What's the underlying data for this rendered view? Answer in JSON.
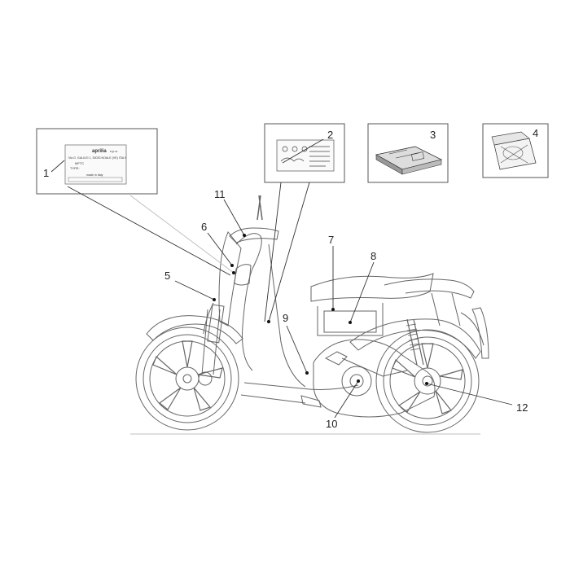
{
  "plate": {
    "brand": "aprilia",
    "brand_suffix": "s.p.a.",
    "address": "Via G. GALILEI 1, 30033 NOALE (VE) ITALY",
    "code": "MFTC",
    "type_label": "TYPE:",
    "made_in": "made in Italy"
  },
  "callouts": [
    "1",
    "2",
    "3",
    "4",
    "5",
    "6",
    "7",
    "8",
    "9",
    "10",
    "11",
    "12"
  ]
}
